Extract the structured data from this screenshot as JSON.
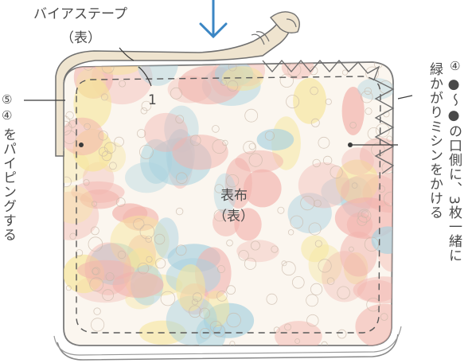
{
  "labels": {
    "bias_tape": "バイアステープ",
    "bias_tape_side": "（表）",
    "step_number": "1",
    "left_circle_5": "⑤",
    "left_circle_4": "④",
    "left_instruction": "をパイピングする",
    "right_circle": "④",
    "right_line1": "●〜●の口側に、3枚一緒に",
    "right_line2": "緑かがりミシンをかける",
    "center_line1": "表布",
    "center_line2": "（表）"
  },
  "colors": {
    "fabric_pink": "#f2b3ad",
    "fabric_blue": "#a9d2df",
    "fabric_yellow": "#f6e59a",
    "tape": "#efe4cf",
    "arrow": "#3b86c4",
    "ink": "#4a4a4a"
  }
}
